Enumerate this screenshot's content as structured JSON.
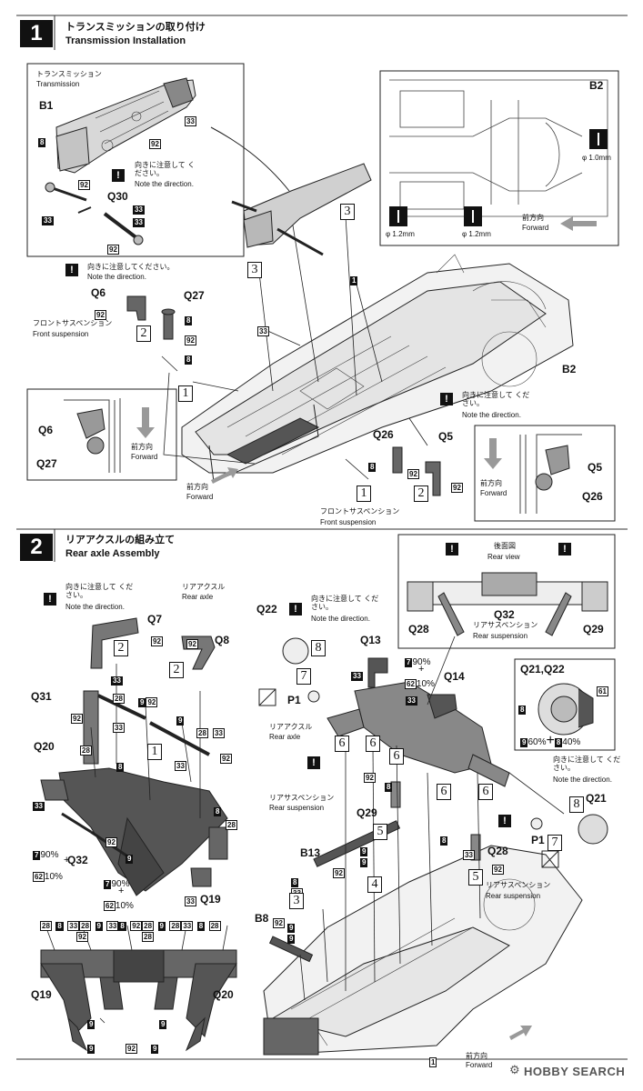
{
  "step1": {
    "number": "1",
    "title_jp": "トランスミッションの取り付け",
    "title_en": "Transmission Installation",
    "inset_jp": "トランスミッション",
    "inset_en": "Transmission",
    "b1": "B1",
    "q30": "Q30",
    "note_jp": "向きに注意して ください。",
    "note_en": "Note the direction.",
    "b2": "B2",
    "phi_a": "φ 1.2mm",
    "phi_b": "φ 1.2mm",
    "phi_c": "φ 1.0mm",
    "forward_jp": "前方向",
    "forward_en": "Forward",
    "note2_jp": "向きに注意してください。",
    "note2_en": "Note the direction.",
    "q6": "Q6",
    "q27": "Q27",
    "front_susp_jp": "フロントサスペンション",
    "front_susp_en": "Front suspension",
    "b2_lower": "B2",
    "part1": "1",
    "q26": "Q26",
    "q5": "Q5",
    "note3_jp": "向きに注意して ください。",
    "note3_en": "Note the direction.",
    "front_susp2_jp": "フロントサスペンション",
    "front_susp2_en": "Front suspension"
  },
  "step2": {
    "number": "2",
    "title_jp": "リアアクスルの組み立て",
    "title_en": "Rear axle Assembly",
    "note_jp": "向きに注意して ください。",
    "note_en": "Note the direction.",
    "rear_axle_jp": "リアアクスル",
    "rear_axle_en": "Rear axle",
    "q7": "Q7",
    "q8": "Q8",
    "q31": "Q31",
    "q20": "Q20",
    "q32": "Q32",
    "q19": "Q19",
    "mix1": "90%",
    "mix2": "10%",
    "mix3": "90%",
    "mix4": "10%",
    "q19_bottom": "Q19",
    "q20_bottom": "Q20",
    "rear_view_jp": "後面図",
    "rear_view_en": "Rear view",
    "q28": "Q28",
    "q32_rear": "Q32",
    "q29": "Q29",
    "rear_susp_jp": "リアサスペンション",
    "rear_susp_en": "Rear suspension",
    "q22": "Q22",
    "note2_jp": "向きに注意して ください。",
    "note2_en": "Note the direction.",
    "q13": "Q13",
    "mix5": "90%",
    "mix6": "10%",
    "q14": "Q14",
    "p1": "P1",
    "q21q22": "Q21,Q22",
    "mix7": "60%",
    "mix8": "40%",
    "rear_axle2_jp": "リアアクスル",
    "rear_axle2_en": "Rear axle",
    "rear_susp2_jp": "リアサスペンション",
    "rear_susp2_en": "Rear suspension",
    "q29b": "Q29",
    "note3_jp": "向きに注意して ください。",
    "note3_en": "Note the direction.",
    "q21": "Q21",
    "p1b": "P1",
    "q28b": "Q28",
    "b13": "B13",
    "b8": "B8",
    "rear_susp3_jp": "リアサスペンション",
    "rear_susp3_en": "Rear suspension",
    "forward_jp": "前方向",
    "forward_en": "Forward",
    "part1": "1"
  },
  "footer": {
    "logo": "HOBBY SEARCH"
  }
}
